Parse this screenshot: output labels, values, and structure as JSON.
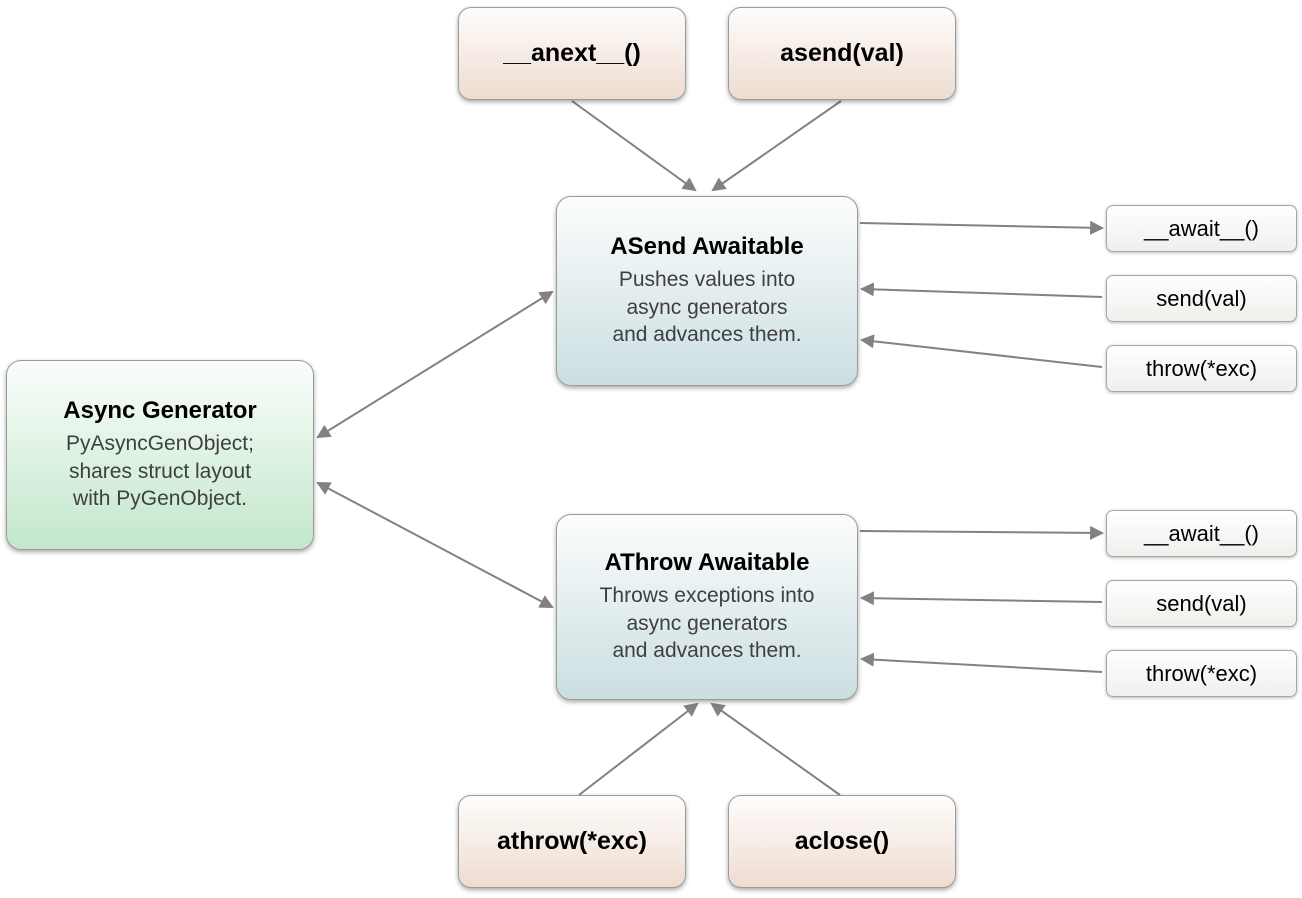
{
  "nodes": {
    "anext": {
      "label": "__anext__()"
    },
    "asend": {
      "label": "asend(val)"
    },
    "asend_awaitable": {
      "title": "ASend Awaitable",
      "desc_lines": [
        "Pushes values into",
        "async generators",
        "and advances them."
      ]
    },
    "async_generator": {
      "title": "Async Generator",
      "desc_lines": [
        "PyAsyncGenObject;",
        "shares struct layout",
        "with PyGenObject."
      ]
    },
    "athrow_awaitable": {
      "title": "AThrow Awaitable",
      "desc_lines": [
        "Throws exceptions into",
        "async generators",
        "and advances them."
      ]
    },
    "athrow": {
      "label": "athrow(*exc)"
    },
    "aclose": {
      "label": "aclose()"
    }
  },
  "asend_methods": [
    "__await__()",
    "send(val)",
    "throw(*exc)"
  ],
  "athrow_methods": [
    "__await__()",
    "send(val)",
    "throw(*exc)"
  ],
  "colors": {
    "method_box_bottom": "#eedcd0",
    "awaitable_box_bottom": "#cbdee1",
    "generator_box_bottom": "#c2e7cb",
    "plain_box_bottom": "#efefec",
    "arrow": "#828282"
  }
}
